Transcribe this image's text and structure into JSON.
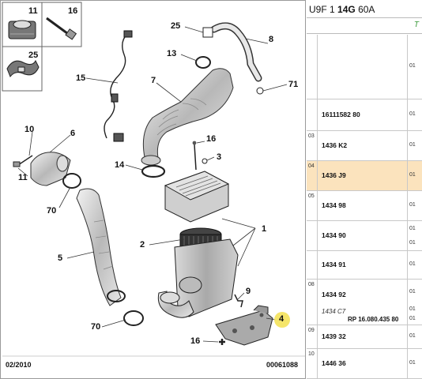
{
  "diagram": {
    "date_code": "02/2010",
    "image_code": "00061088",
    "callouts": {
      "c11_box": "11",
      "c16_box": "16",
      "c25_box": "25",
      "c25": "25",
      "c8": "8",
      "c13": "13",
      "c71": "71",
      "c15": "15",
      "c7": "7",
      "c10": "10",
      "c6": "6",
      "c11": "11",
      "c16a": "16",
      "c3": "3",
      "c14": "14",
      "c70a": "70",
      "c1": "1",
      "c2": "2",
      "c5": "5",
      "c9": "9",
      "c4": "4",
      "c70b": "70",
      "c16b": "16"
    }
  },
  "parts_panel": {
    "model_prefix": "U9F",
    "model_num": "1",
    "model_bold": "14G",
    "model_suffix": "60A",
    "header_letter": "T",
    "rows": [
      {
        "ref": "",
        "part": "",
        "qty": [
          "01"
        ]
      },
      {
        "ref": "",
        "part": "16111582 80",
        "qty": [
          "01"
        ]
      },
      {
        "ref": "03",
        "part": "1436 K2",
        "qty": [
          "01"
        ]
      },
      {
        "ref": "04",
        "part": "1436 J9",
        "qty": [
          "01"
        ]
      },
      {
        "ref": "05",
        "part": "1434 98",
        "qty": [
          "01"
        ]
      },
      {
        "ref": "",
        "part": "1434 90",
        "qty": [
          "01",
          "01"
        ]
      },
      {
        "ref": "",
        "part": "1434 91",
        "qty": [
          "01"
        ]
      },
      {
        "ref": "08",
        "part": "1434 92",
        "alt": "1434 C7",
        "rp": "RP 16.080.435 80",
        "qty": [
          "01",
          "01",
          "01"
        ]
      },
      {
        "ref": "09",
        "part": "1439 32",
        "qty": [
          "01"
        ]
      },
      {
        "ref": "10",
        "part": "1446 36",
        "qty": [
          "01"
        ]
      }
    ]
  }
}
